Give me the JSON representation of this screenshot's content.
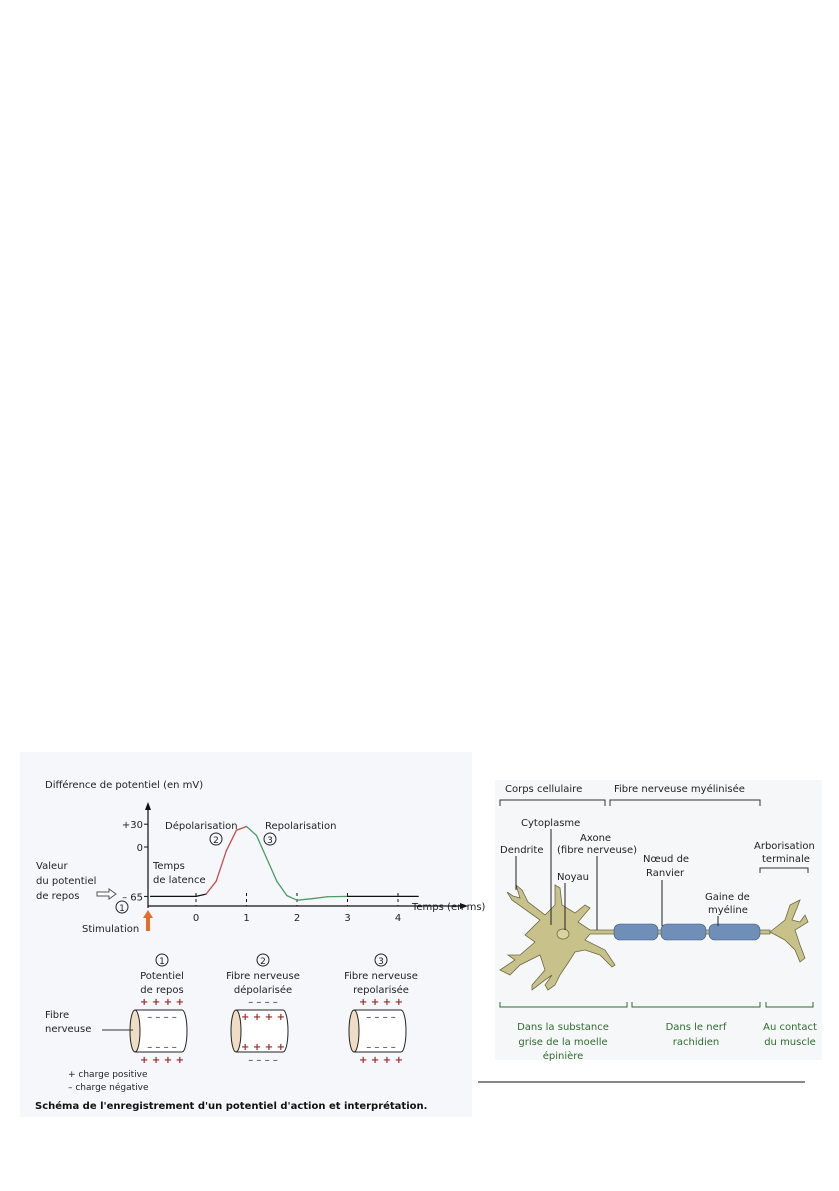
{
  "action_potential_figure": {
    "caption": "Schéma de l'enregistrement d'un potentiel d'action et interprétation.",
    "chart_data": {
      "type": "line",
      "ylabel": "Différence de potentiel (en mV)",
      "xlabel": "Temps (en ms)",
      "y_ticks": [
        "+30",
        "0",
        "– 65"
      ],
      "x_ticks": [
        "0",
        "1",
        "2",
        "3",
        "4"
      ],
      "xlim": [
        -1,
        5.3
      ],
      "ylim": [
        -80,
        45
      ],
      "series": [
        {
          "name": "potentiel d'action",
          "x": [
            -0.9,
            0,
            0.2,
            0.4,
            0.6,
            0.8,
            1.0,
            1.2,
            1.4,
            1.6,
            1.8,
            2.0,
            2.3,
            2.6,
            3.0,
            4.4
          ],
          "y": [
            -65,
            -65,
            -62,
            -45,
            -5,
            22,
            27,
            15,
            -15,
            -45,
            -64,
            -70,
            -68,
            -65.5,
            -65,
            -65
          ]
        }
      ],
      "annotations": {
        "depolarisation": "Dépolarisation",
        "repolarisation": "Repolarisation",
        "latence_1": "Temps",
        "latence_2": "de latence",
        "repos_1": "Valeur",
        "repos_2": "du potentiel",
        "repos_3": "de repos",
        "stimulation": "Stimulation",
        "n1": "1",
        "n2": "2",
        "n3": "3"
      },
      "colors": {
        "rise": "#c0504d",
        "fall": "#4f9a66",
        "stimulation": "#e0702a"
      }
    },
    "states": [
      {
        "number": "1",
        "title_1": "Potentiel",
        "title_2": "de repos",
        "outside": "+ + + +",
        "inside": "– – – –"
      },
      {
        "number": "2",
        "title_1": "Fibre nerveuse",
        "title_2": "dépolarisée",
        "outside": "– – – –",
        "inside": "+ + + +"
      },
      {
        "number": "3",
        "title_1": "Fibre nerveuse",
        "title_2": "repolarisée",
        "outside": "+ + + +",
        "inside": "– – – –"
      }
    ],
    "fibre_label_1": "Fibre",
    "fibre_label_2": "nerveuse",
    "legend": {
      "plus": "+  charge positive",
      "minus": "–  charge négative"
    }
  },
  "neuron_figure": {
    "top_labels": {
      "corps": "Corps cellulaire",
      "fibre": "Fibre nerveuse myélinisée"
    },
    "parts": {
      "cytoplasme": "Cytoplasme",
      "axone_1": "Axone",
      "axone_2": "(fibre nerveuse)",
      "dendrite": "Dendrite",
      "noyau": "Noyau",
      "noeud_1": "Nœud de",
      "noeud_2": "Ranvier",
      "arbor_1": "Arborisation",
      "arbor_2": "terminale",
      "gaine_1": "Gaine de",
      "gaine_2": "myéline"
    },
    "locations": [
      {
        "l1": "Dans la substance",
        "l2": "grise de la moelle",
        "l3": "épinière"
      },
      {
        "l1": "Dans le nerf",
        "l2": "rachidien"
      },
      {
        "l1": "Au contact",
        "l2": "du muscle"
      }
    ],
    "colors": {
      "cell": "#c8c28a",
      "myelin": "#6f8fb8",
      "location_text": "#2f6b2f"
    }
  }
}
